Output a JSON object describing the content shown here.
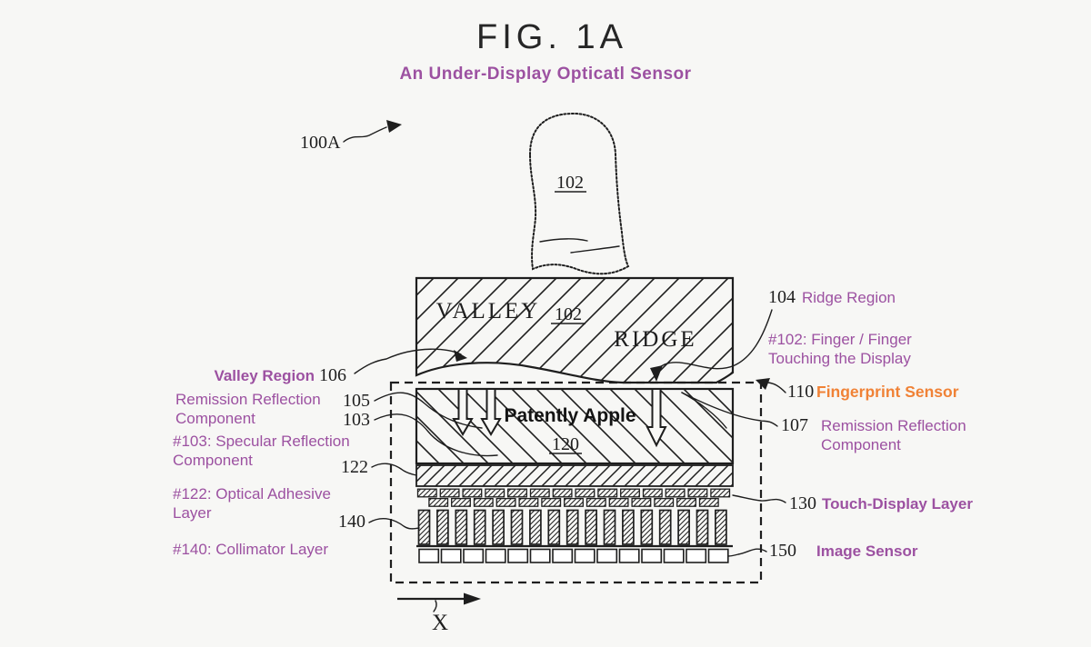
{
  "colors": {
    "background": "#f7f7f5",
    "ink": "#1e1e1e",
    "annotation_purple": "#9c51a1",
    "annotation_orange": "#f08236"
  },
  "header": {
    "title": "FIG. 1A",
    "subtitle": "An Under-Display Opticatl Sensor"
  },
  "diagram": {
    "overall_ref": "100A",
    "finger": {
      "ref": "102"
    },
    "finger_section": {
      "valley": "VALLEY",
      "ref": "102",
      "ridge": "RIDGE"
    },
    "display": {
      "watermark": "Patently Apple",
      "ref": "120"
    },
    "axis": {
      "x_label": "X"
    }
  },
  "callouts": {
    "left": {
      "valley_region": {
        "label": "Valley Region",
        "ref": "106"
      },
      "remission": {
        "line1": "Remission Reflection",
        "line2": "Component",
        "ref1": "105",
        "ref2": "103"
      },
      "specular": {
        "line1": "#103: Specular Reflection",
        "line2": "Component"
      },
      "adhesive": {
        "ref": "122",
        "line1": "#122: Optical Adhesive",
        "line2": "Layer"
      },
      "collimator": {
        "ref": "140",
        "label": "#140: Collimator Layer"
      }
    },
    "right": {
      "ridge_region": {
        "ref": "104",
        "label": "Ridge Region"
      },
      "finger_note": {
        "line1": "#102: Finger / Finger",
        "line2": "Touching the Display"
      },
      "fingerprint_sensor": {
        "ref": "110",
        "label": "Fingerprint Sensor"
      },
      "remission": {
        "ref": "107",
        "line1": "Remission Reflection",
        "line2": "Component"
      },
      "touch_display": {
        "ref": "130",
        "label": "Touch-Display Layer"
      },
      "image_sensor": {
        "ref": "150",
        "label": "Image Sensor"
      }
    }
  }
}
